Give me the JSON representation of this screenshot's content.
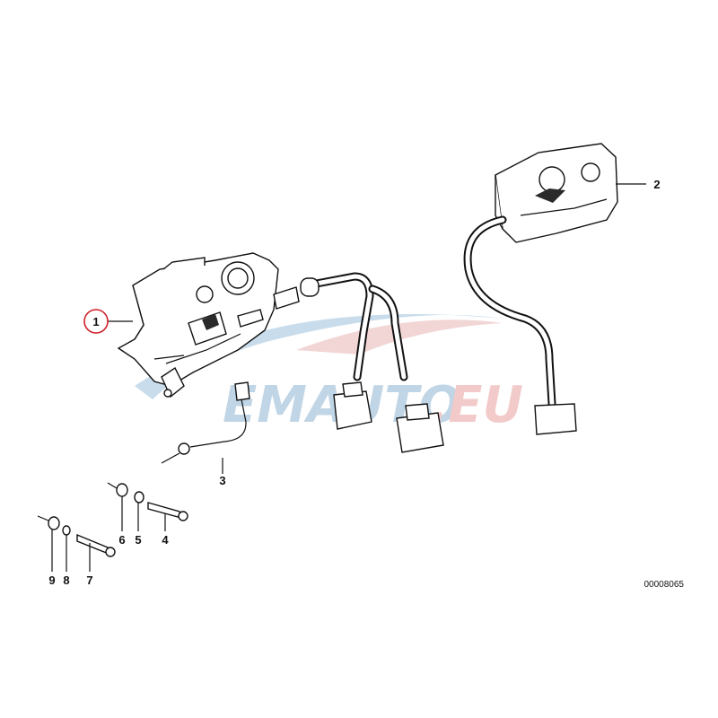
{
  "diagram": {
    "callouts": [
      {
        "id": "1",
        "text": "1",
        "circled": true
      },
      {
        "id": "2",
        "text": "2"
      },
      {
        "id": "3",
        "text": "3"
      },
      {
        "id": "4",
        "text": "4"
      },
      {
        "id": "5",
        "text": "5"
      },
      {
        "id": "6",
        "text": "6"
      },
      {
        "id": "7",
        "text": "7"
      },
      {
        "id": "8",
        "text": "8"
      },
      {
        "id": "9",
        "text": "9"
      }
    ],
    "catalog_number": "00008065",
    "watermark": {
      "text_colored": "EMAUTO",
      "text_suffix": ".EU",
      "colors": {
        "primary": "#7fa9c9",
        "accent": "#e8a0a0",
        "callout_circle": "#d0202a"
      }
    }
  }
}
